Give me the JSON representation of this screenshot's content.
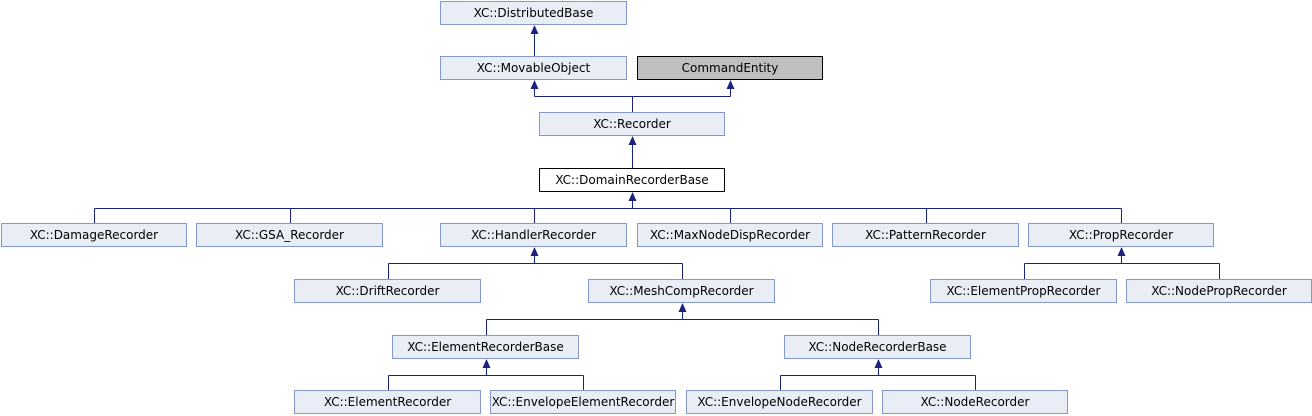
{
  "diagram": {
    "type": "class-inheritance",
    "nodes": [
      {
        "id": "distributed_base",
        "label": "XC::DistributedBase",
        "kind": "linked"
      },
      {
        "id": "movable_object",
        "label": "XC::MovableObject",
        "kind": "linked"
      },
      {
        "id": "command_entity",
        "label": "CommandEntity",
        "kind": "external"
      },
      {
        "id": "recorder",
        "label": "XC::Recorder",
        "kind": "linked"
      },
      {
        "id": "domain_recorder_base",
        "label": "XC::DomainRecorderBase",
        "kind": "current"
      },
      {
        "id": "damage_recorder",
        "label": "XC::DamageRecorder",
        "kind": "linked"
      },
      {
        "id": "gsa_recorder",
        "label": "XC::GSA_Recorder",
        "kind": "linked"
      },
      {
        "id": "handler_recorder",
        "label": "XC::HandlerRecorder",
        "kind": "linked"
      },
      {
        "id": "max_node_disp_recorder",
        "label": "XC::MaxNodeDispRecorder",
        "kind": "linked"
      },
      {
        "id": "pattern_recorder",
        "label": "XC::PatternRecorder",
        "kind": "linked"
      },
      {
        "id": "prop_recorder",
        "label": "XC::PropRecorder",
        "kind": "linked"
      },
      {
        "id": "drift_recorder",
        "label": "XC::DriftRecorder",
        "kind": "linked"
      },
      {
        "id": "mesh_comp_recorder",
        "label": "XC::MeshCompRecorder",
        "kind": "linked"
      },
      {
        "id": "element_prop_recorder",
        "label": "XC::ElementPropRecorder",
        "kind": "linked"
      },
      {
        "id": "node_prop_recorder",
        "label": "XC::NodePropRecorder",
        "kind": "linked"
      },
      {
        "id": "element_recorder_base",
        "label": "XC::ElementRecorderBase",
        "kind": "linked"
      },
      {
        "id": "node_recorder_base",
        "label": "XC::NodeRecorderBase",
        "kind": "linked"
      },
      {
        "id": "element_recorder",
        "label": "XC::ElementRecorder",
        "kind": "linked"
      },
      {
        "id": "envelope_element_recorder",
        "label": "XC::EnvelopeElementRecorder",
        "kind": "linked"
      },
      {
        "id": "envelope_node_recorder",
        "label": "XC::EnvelopeNodeRecorder",
        "kind": "linked"
      },
      {
        "id": "node_recorder",
        "label": "XC::NodeRecorder",
        "kind": "linked"
      }
    ],
    "edges": [
      {
        "from": "movable_object",
        "to": "distributed_base"
      },
      {
        "from": "recorder",
        "to": "movable_object"
      },
      {
        "from": "recorder",
        "to": "command_entity"
      },
      {
        "from": "domain_recorder_base",
        "to": "recorder"
      },
      {
        "from": "damage_recorder",
        "to": "domain_recorder_base"
      },
      {
        "from": "gsa_recorder",
        "to": "domain_recorder_base"
      },
      {
        "from": "handler_recorder",
        "to": "domain_recorder_base"
      },
      {
        "from": "max_node_disp_recorder",
        "to": "domain_recorder_base"
      },
      {
        "from": "pattern_recorder",
        "to": "domain_recorder_base"
      },
      {
        "from": "prop_recorder",
        "to": "domain_recorder_base"
      },
      {
        "from": "drift_recorder",
        "to": "handler_recorder"
      },
      {
        "from": "mesh_comp_recorder",
        "to": "handler_recorder"
      },
      {
        "from": "element_prop_recorder",
        "to": "prop_recorder"
      },
      {
        "from": "node_prop_recorder",
        "to": "prop_recorder"
      },
      {
        "from": "element_recorder_base",
        "to": "mesh_comp_recorder"
      },
      {
        "from": "node_recorder_base",
        "to": "mesh_comp_recorder"
      },
      {
        "from": "element_recorder",
        "to": "element_recorder_base"
      },
      {
        "from": "envelope_element_recorder",
        "to": "element_recorder_base"
      },
      {
        "from": "envelope_node_recorder",
        "to": "node_recorder_base"
      },
      {
        "from": "node_recorder",
        "to": "node_recorder_base"
      }
    ],
    "colors": {
      "edge": "#1a237e",
      "linked_fill": "#e8edf6",
      "linked_border": "#8499c9",
      "current_fill": "#ffffff",
      "external_fill": "#bfbfbf"
    }
  }
}
